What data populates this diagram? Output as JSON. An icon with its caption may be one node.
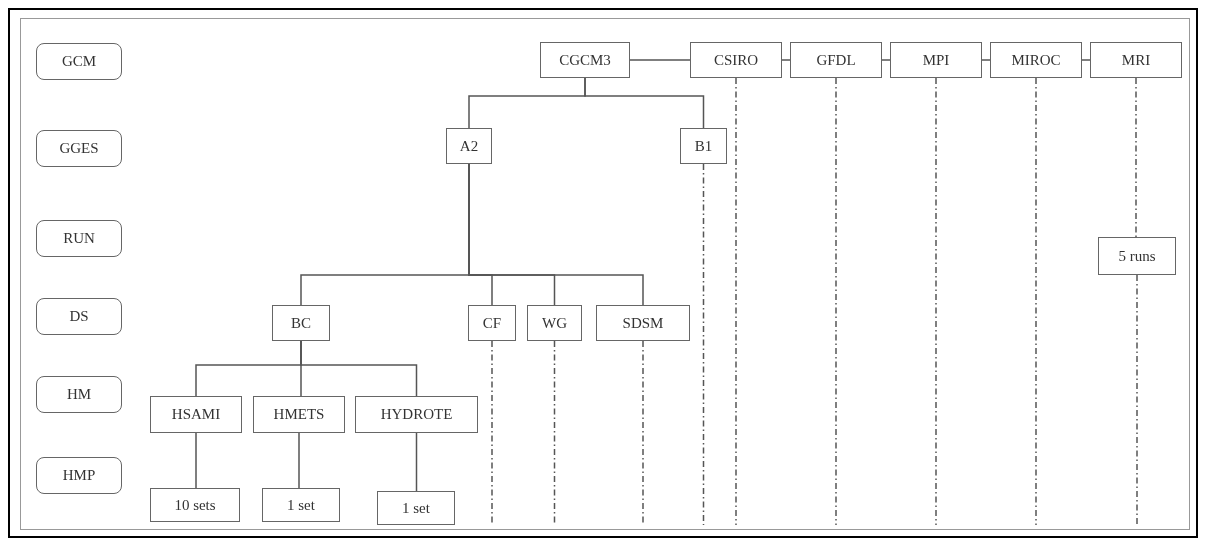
{
  "diagram": {
    "nodes": [
      {
        "text": [
          "GCM"
        ]
      },
      {
        "text": [
          "GGES"
        ]
      },
      {
        "text": [
          "RUN"
        ]
      },
      {
        "text": [
          "DS"
        ]
      },
      {
        "text": [
          "HM"
        ]
      },
      {
        "text": [
          "HMP"
        ]
      },
      {
        "text": [
          "CGCM3"
        ]
      },
      {
        "text": [
          "CSIRO"
        ]
      },
      {
        "text": [
          "GFDL"
        ]
      },
      {
        "text": [
          "MPI"
        ]
      },
      {
        "text": [
          "MIROC"
        ]
      },
      {
        "text": [
          "MRI"
        ]
      },
      {
        "text": [
          "A2"
        ]
      },
      {
        "text": [
          "B1"
        ]
      },
      {
        "text": [
          "5 runs"
        ]
      },
      {
        "text": [
          "BC"
        ]
      },
      {
        "text": [
          "CF"
        ]
      },
      {
        "text": [
          "WG"
        ]
      },
      {
        "text": [
          "SDSM"
        ]
      },
      {
        "text": [
          "HSAMI"
        ]
      },
      {
        "text": [
          "HMETS"
        ]
      },
      {
        "text": [
          "HYDROTE"
        ]
      },
      {
        "text": [
          "10 sets"
        ]
      },
      {
        "text": [
          "1 set"
        ]
      },
      {
        "text": [
          "1 set"
        ]
      }
    ],
    "edges": [
      {
        "from": 6,
        "to": 7,
        "arrow": "none"
      },
      {
        "from": 7,
        "to": 8,
        "arrow": "none"
      },
      {
        "from": 8,
        "to": 9,
        "arrow": "none"
      },
      {
        "from": 9,
        "to": 10,
        "arrow": "none"
      },
      {
        "from": 10,
        "to": 11,
        "arrow": "none"
      },
      {
        "from": 6,
        "to": 12,
        "arrow": "none"
      },
      {
        "from": 6,
        "to": 13,
        "arrow": "none"
      },
      {
        "from": 12,
        "to": 15,
        "arrow": "none"
      },
      {
        "from": 12,
        "to": 16,
        "arrow": "none"
      },
      {
        "from": 12,
        "to": 17,
        "arrow": "none"
      },
      {
        "from": 12,
        "to": 18,
        "arrow": "none"
      },
      {
        "from": 15,
        "to": 19,
        "arrow": "none"
      },
      {
        "from": 15,
        "to": 20,
        "arrow": "none"
      },
      {
        "from": 15,
        "to": 21,
        "arrow": "none"
      },
      {
        "from": 19,
        "to": 22,
        "arrow": "none"
      },
      {
        "from": 20,
        "to": 23,
        "arrow": "none"
      },
      {
        "from": 21,
        "to": 24,
        "arrow": "none"
      },
      {
        "from": 13,
        "to": null,
        "arrow": "none",
        "style": "dashed"
      },
      {
        "from": 7,
        "to": null,
        "arrow": "none",
        "style": "dashed"
      },
      {
        "from": 8,
        "to": null,
        "arrow": "none",
        "style": "dashed"
      },
      {
        "from": 9,
        "to": null,
        "arrow": "none",
        "style": "dashed"
      },
      {
        "from": 10,
        "to": null,
        "arrow": "none",
        "style": "dashed"
      },
      {
        "from": 11,
        "to": 14,
        "arrow": "none",
        "style": "dashed"
      },
      {
        "from": 14,
        "to": null,
        "arrow": "none",
        "style": "dashed"
      },
      {
        "from": 16,
        "to": null,
        "arrow": "none",
        "style": "dashed"
      },
      {
        "from": 17,
        "to": null,
        "arrow": "none",
        "style": "dashed"
      },
      {
        "from": 18,
        "to": null,
        "arrow": "none",
        "style": "dashed"
      }
    ]
  }
}
